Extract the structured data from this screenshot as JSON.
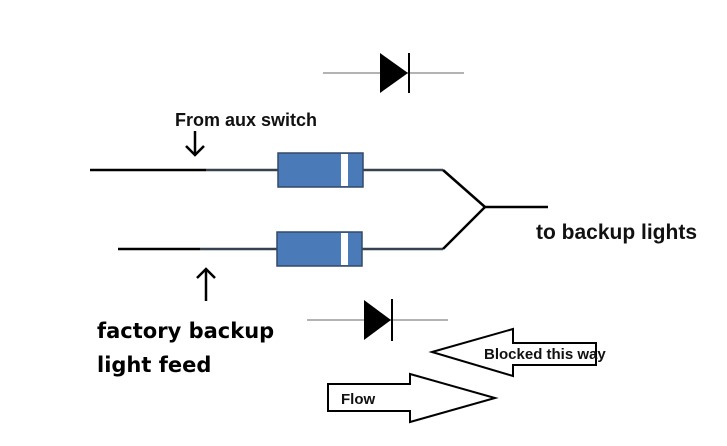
{
  "labels": {
    "from_aux": "From aux switch",
    "to_backup": "to backup lights",
    "factory_line1": "factory backup",
    "factory_line2": "light feed",
    "blocked": "Blocked this way",
    "flow": "Flow"
  },
  "colors": {
    "diode_body": "#4a7bb8",
    "diode_band": "#ffffff",
    "wire": "#000000",
    "lead": "#9a9a9a"
  },
  "icons": {
    "pointer_down": "down-arrow",
    "pointer_up": "up-arrow",
    "diode_symbol": "diode-symbol"
  }
}
